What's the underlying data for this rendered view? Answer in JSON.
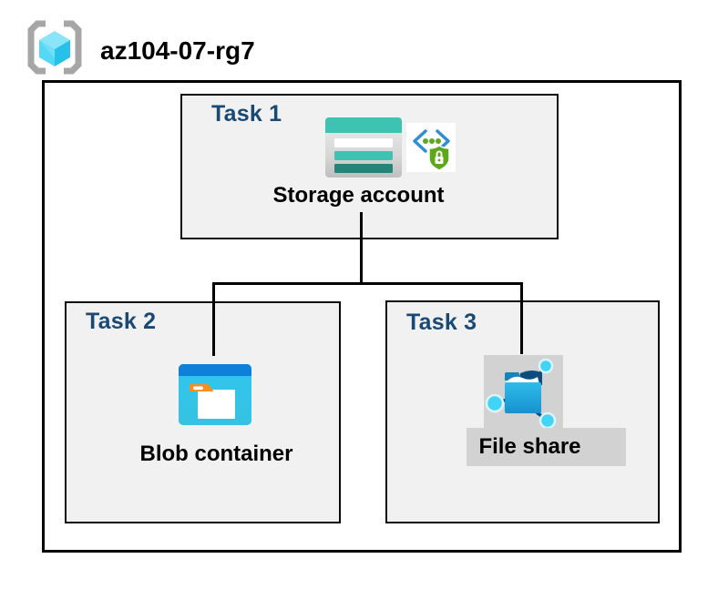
{
  "header": {
    "resource_group_name": "az104-07-rg7",
    "icon": "resource-group-icon"
  },
  "diagram": {
    "task1": {
      "label": "Task 1",
      "resource": "Storage account",
      "icons": [
        "storage-account-icon",
        "sas-security-icon"
      ]
    },
    "task2": {
      "label": "Task 2",
      "resource": "Blob container",
      "icons": [
        "blob-container-icon"
      ]
    },
    "task3": {
      "label": "Task 3",
      "resource": "File share",
      "icons": [
        "file-share-icon"
      ]
    },
    "connections": [
      {
        "from": "Storage account",
        "to": "Blob container"
      },
      {
        "from": "Storage account",
        "to": "File share"
      }
    ]
  },
  "colors": {
    "task_label_navy": "#1a4a73",
    "box_fill": "#f1f1f1",
    "border_black": "#000000",
    "storage_teal": "#3ec3b3",
    "storage_teal_dark": "#26837a",
    "azure_blue": "#0f80d9",
    "container_cyan": "#33c6ee",
    "folder_orange": "#f78f20",
    "fileshare_navy": "#0b4d7e",
    "node_cyan": "#41d4f7",
    "gray_label_bg": "#d2d2d2",
    "shield_green": "#5da71d",
    "bracket_gray": "#a6a6a6"
  }
}
